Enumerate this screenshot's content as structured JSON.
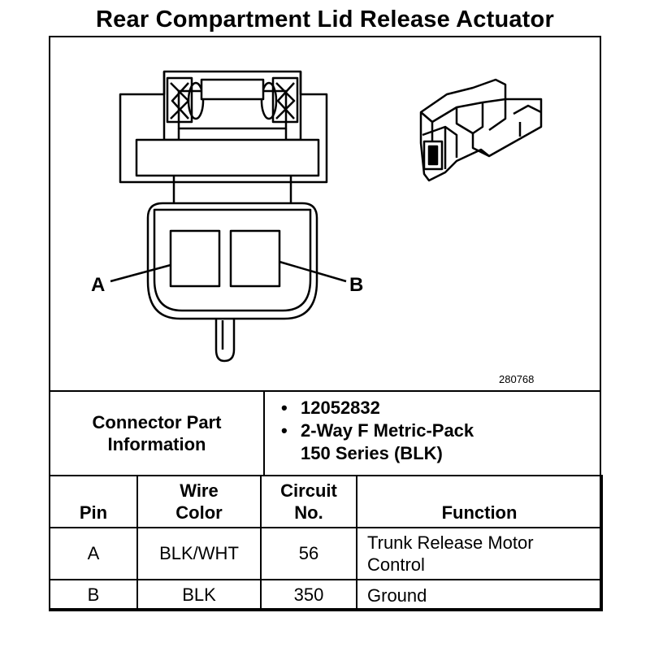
{
  "title": "Rear Compartment Lid Release Actuator",
  "diagram": {
    "pin_label_a": "A",
    "pin_label_b": "B",
    "part_number_ref": "280768",
    "icons": [
      "connector-face-view",
      "connector-isometric-view"
    ]
  },
  "connector_info": {
    "label_line1": "Connector Part",
    "label_line2": "Information",
    "items": [
      {
        "bullet": "•",
        "line1": "12052832",
        "line2": ""
      },
      {
        "bullet": "•",
        "line1": "2-Way F Metric-Pack",
        "line2": "150 Series (BLK)"
      }
    ]
  },
  "pin_table": {
    "headers": {
      "pin": "Pin",
      "wire_color_1": "Wire",
      "wire_color_2": "Color",
      "circuit_1": "Circuit",
      "circuit_2": "No.",
      "function": "Function"
    },
    "rows": [
      {
        "pin": "A",
        "wire_color": "BLK/WHT",
        "circuit": "56",
        "function_1": "Trunk Release Motor",
        "function_2": "Control"
      },
      {
        "pin": "B",
        "wire_color": "BLK",
        "circuit": "350",
        "function_1": "Ground",
        "function_2": ""
      }
    ]
  }
}
